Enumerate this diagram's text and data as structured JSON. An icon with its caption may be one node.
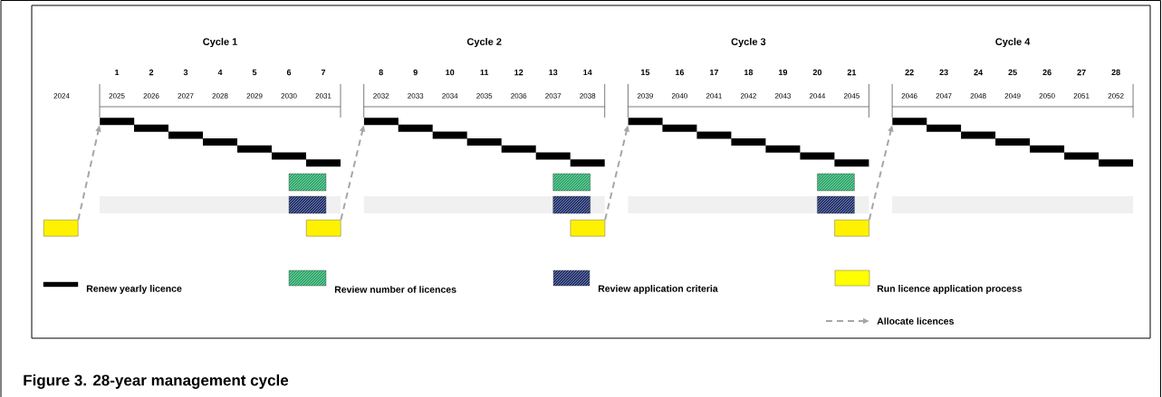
{
  "diagram": {
    "caption": "Figure 3. 28-year management cycle",
    "nodes": [
      {
        "text": [],
        "shape": "box"
      },
      {
        "text": [],
        "shape": "box"
      },
      {
        "text": [],
        "shape": "box"
      },
      {
        "text": [],
        "shape": "box"
      },
      {
        "text": [],
        "shape": "bar"
      },
      {
        "text": [],
        "shape": "bar"
      },
      {
        "text": [],
        "shape": "bar"
      },
      {
        "text": [],
        "shape": "bar"
      }
    ],
    "edges": [
      {
        "from": 0,
        "to": 4,
        "arrow": "to",
        "style": "dashed"
      },
      {
        "from": 1,
        "to": 5,
        "arrow": "to",
        "style": "dashed"
      },
      {
        "from": 2,
        "to": 6,
        "arrow": "to",
        "style": "dashed"
      },
      {
        "from": 3,
        "to": 7,
        "arrow": "to",
        "style": "dashed"
      }
    ],
    "labels": [
      "Cycle 1",
      "Cycle 2",
      "Cycle 3",
      "Cycle 4",
      "1",
      "2",
      "3",
      "4",
      "5",
      "6",
      "7",
      "8",
      "9",
      "10",
      "11",
      "12",
      "13",
      "14",
      "15",
      "16",
      "17",
      "18",
      "19",
      "20",
      "21",
      "22",
      "23",
      "24",
      "25",
      "26",
      "27",
      "28",
      "2024",
      "2025",
      "2026",
      "2027",
      "2028",
      "2029",
      "2030",
      "2031",
      "2032",
      "2033",
      "2034",
      "2035",
      "2036",
      "2037",
      "2038",
      "2039",
      "2040",
      "2041",
      "2042",
      "2043",
      "2044",
      "2045",
      "2046",
      "2047",
      "2048",
      "2049",
      "2050",
      "2051",
      "2052"
    ],
    "legend": [
      {
        "text": "Renew yearly licence",
        "color": "#000000"
      },
      {
        "text": "Review number of licences"
      },
      {
        "text": "Review application criteria"
      },
      {
        "text": "Run licence application process",
        "color": "#ffff00"
      },
      {
        "text": "Allocate licences"
      }
    ]
  }
}
